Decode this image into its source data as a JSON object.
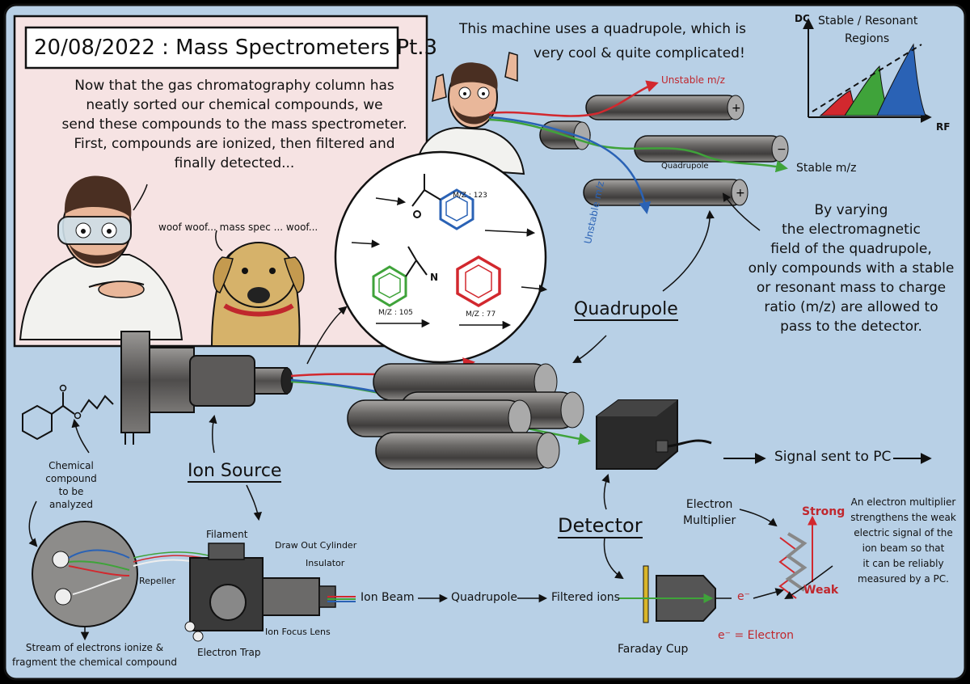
{
  "title": "20/08/2022 : Mass Spectrometers Pt.3",
  "intro": [
    "Now that the gas chromatography column has",
    "neatly sorted our chemical compounds, we",
    "send these compounds to the mass spectrometer.",
    "First, compounds are ionized, then filtered and",
    "finally detected..."
  ],
  "dog_speech": "woof woof... mass spec ... woof...",
  "quad_speech": [
    "This machine uses a quadrupole, which is",
    "very cool & quite complicated!"
  ],
  "stability": {
    "dc": "DC",
    "rf": "RF",
    "title": [
      "Stable / Resonant",
      "Regions"
    ]
  },
  "labels": {
    "unstable_top": "Unstable m/z",
    "unstable_side": "Unstable m/z",
    "stable": "Stable m/z",
    "quadrupole_small": "Quadrupole",
    "quadrupole_main": "Quadrupole",
    "ion_source": "Ion Source",
    "detector": "Detector",
    "signal": "Signal sent to PC",
    "chemical": [
      "Chemical compound",
      "to be",
      "analyzed"
    ],
    "stream": [
      "Stream of electrons ionize &",
      "fragment the chemical compound"
    ],
    "filament": "Filament",
    "draw_out": "Draw Out Cylinder",
    "insulator": "Insulator",
    "repeller": "Repeller",
    "electron_trap": "Electron Trap",
    "ion_focus": "Ion Focus Lens",
    "ion_beam": "Ion Beam",
    "quadrupole_flow": "Quadrupole",
    "filtered": "Filtered ions",
    "faraday": "Faraday Cup",
    "electron_multiplier": [
      "Electron",
      "Multiplier"
    ],
    "strong": "Strong",
    "weak": "Weak",
    "e_minus": "e⁻",
    "e_electron": "e⁻ = Electron",
    "mz123": "M/Z : 123",
    "mz105": "M/Z : 105",
    "mz77": "M/Z : 77",
    "n_atom": "N"
  },
  "varying_text": [
    "By varying",
    "the electromagnetic",
    "field of the quadrupole,",
    "only compounds with a stable",
    "or resonant mass to charge",
    "ratio (m/z) are allowed to",
    "pass to the detector."
  ],
  "multiplier_text": [
    "An electron multiplier",
    "strengthens the weak",
    "electric signal of the",
    "ion beam so that",
    "it can be reliably",
    "measured by a PC."
  ],
  "colors": {
    "bg": "#b8d0e6",
    "note": "#f6e3e3",
    "red": "#d2282e",
    "green": "#3fa33a",
    "blue": "#2a62b5",
    "rod": "#7d7b7a"
  }
}
